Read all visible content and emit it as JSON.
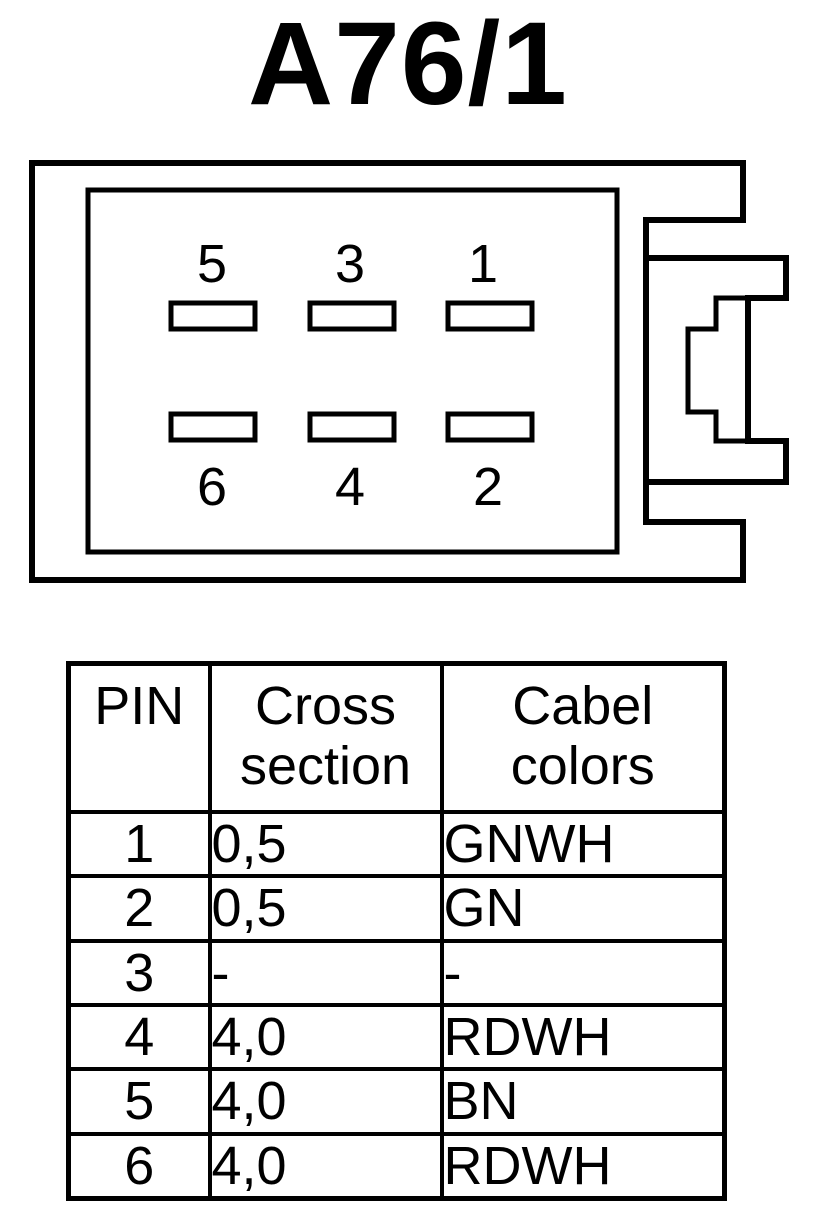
{
  "title": "A76/1",
  "connector": {
    "top_row_pins": [
      "5",
      "3",
      "1"
    ],
    "bottom_row_pins": [
      "6",
      "4",
      "2"
    ]
  },
  "table": {
    "headers": [
      [
        "PIN"
      ],
      [
        "Cross",
        "section"
      ],
      [
        "Cabel",
        "colors"
      ]
    ],
    "rows": [
      {
        "pin": "1",
        "cross_section": "0,5",
        "color": "GNWH"
      },
      {
        "pin": "2",
        "cross_section": "0,5",
        "color": "GN"
      },
      {
        "pin": "3",
        "cross_section": "-",
        "color": "-"
      },
      {
        "pin": "4",
        "cross_section": "4,0",
        "color": "RDWH"
      },
      {
        "pin": "5",
        "cross_section": "4,0",
        "color": "BN"
      },
      {
        "pin": "6",
        "cross_section": "4,0",
        "color": "RDWH"
      }
    ]
  }
}
